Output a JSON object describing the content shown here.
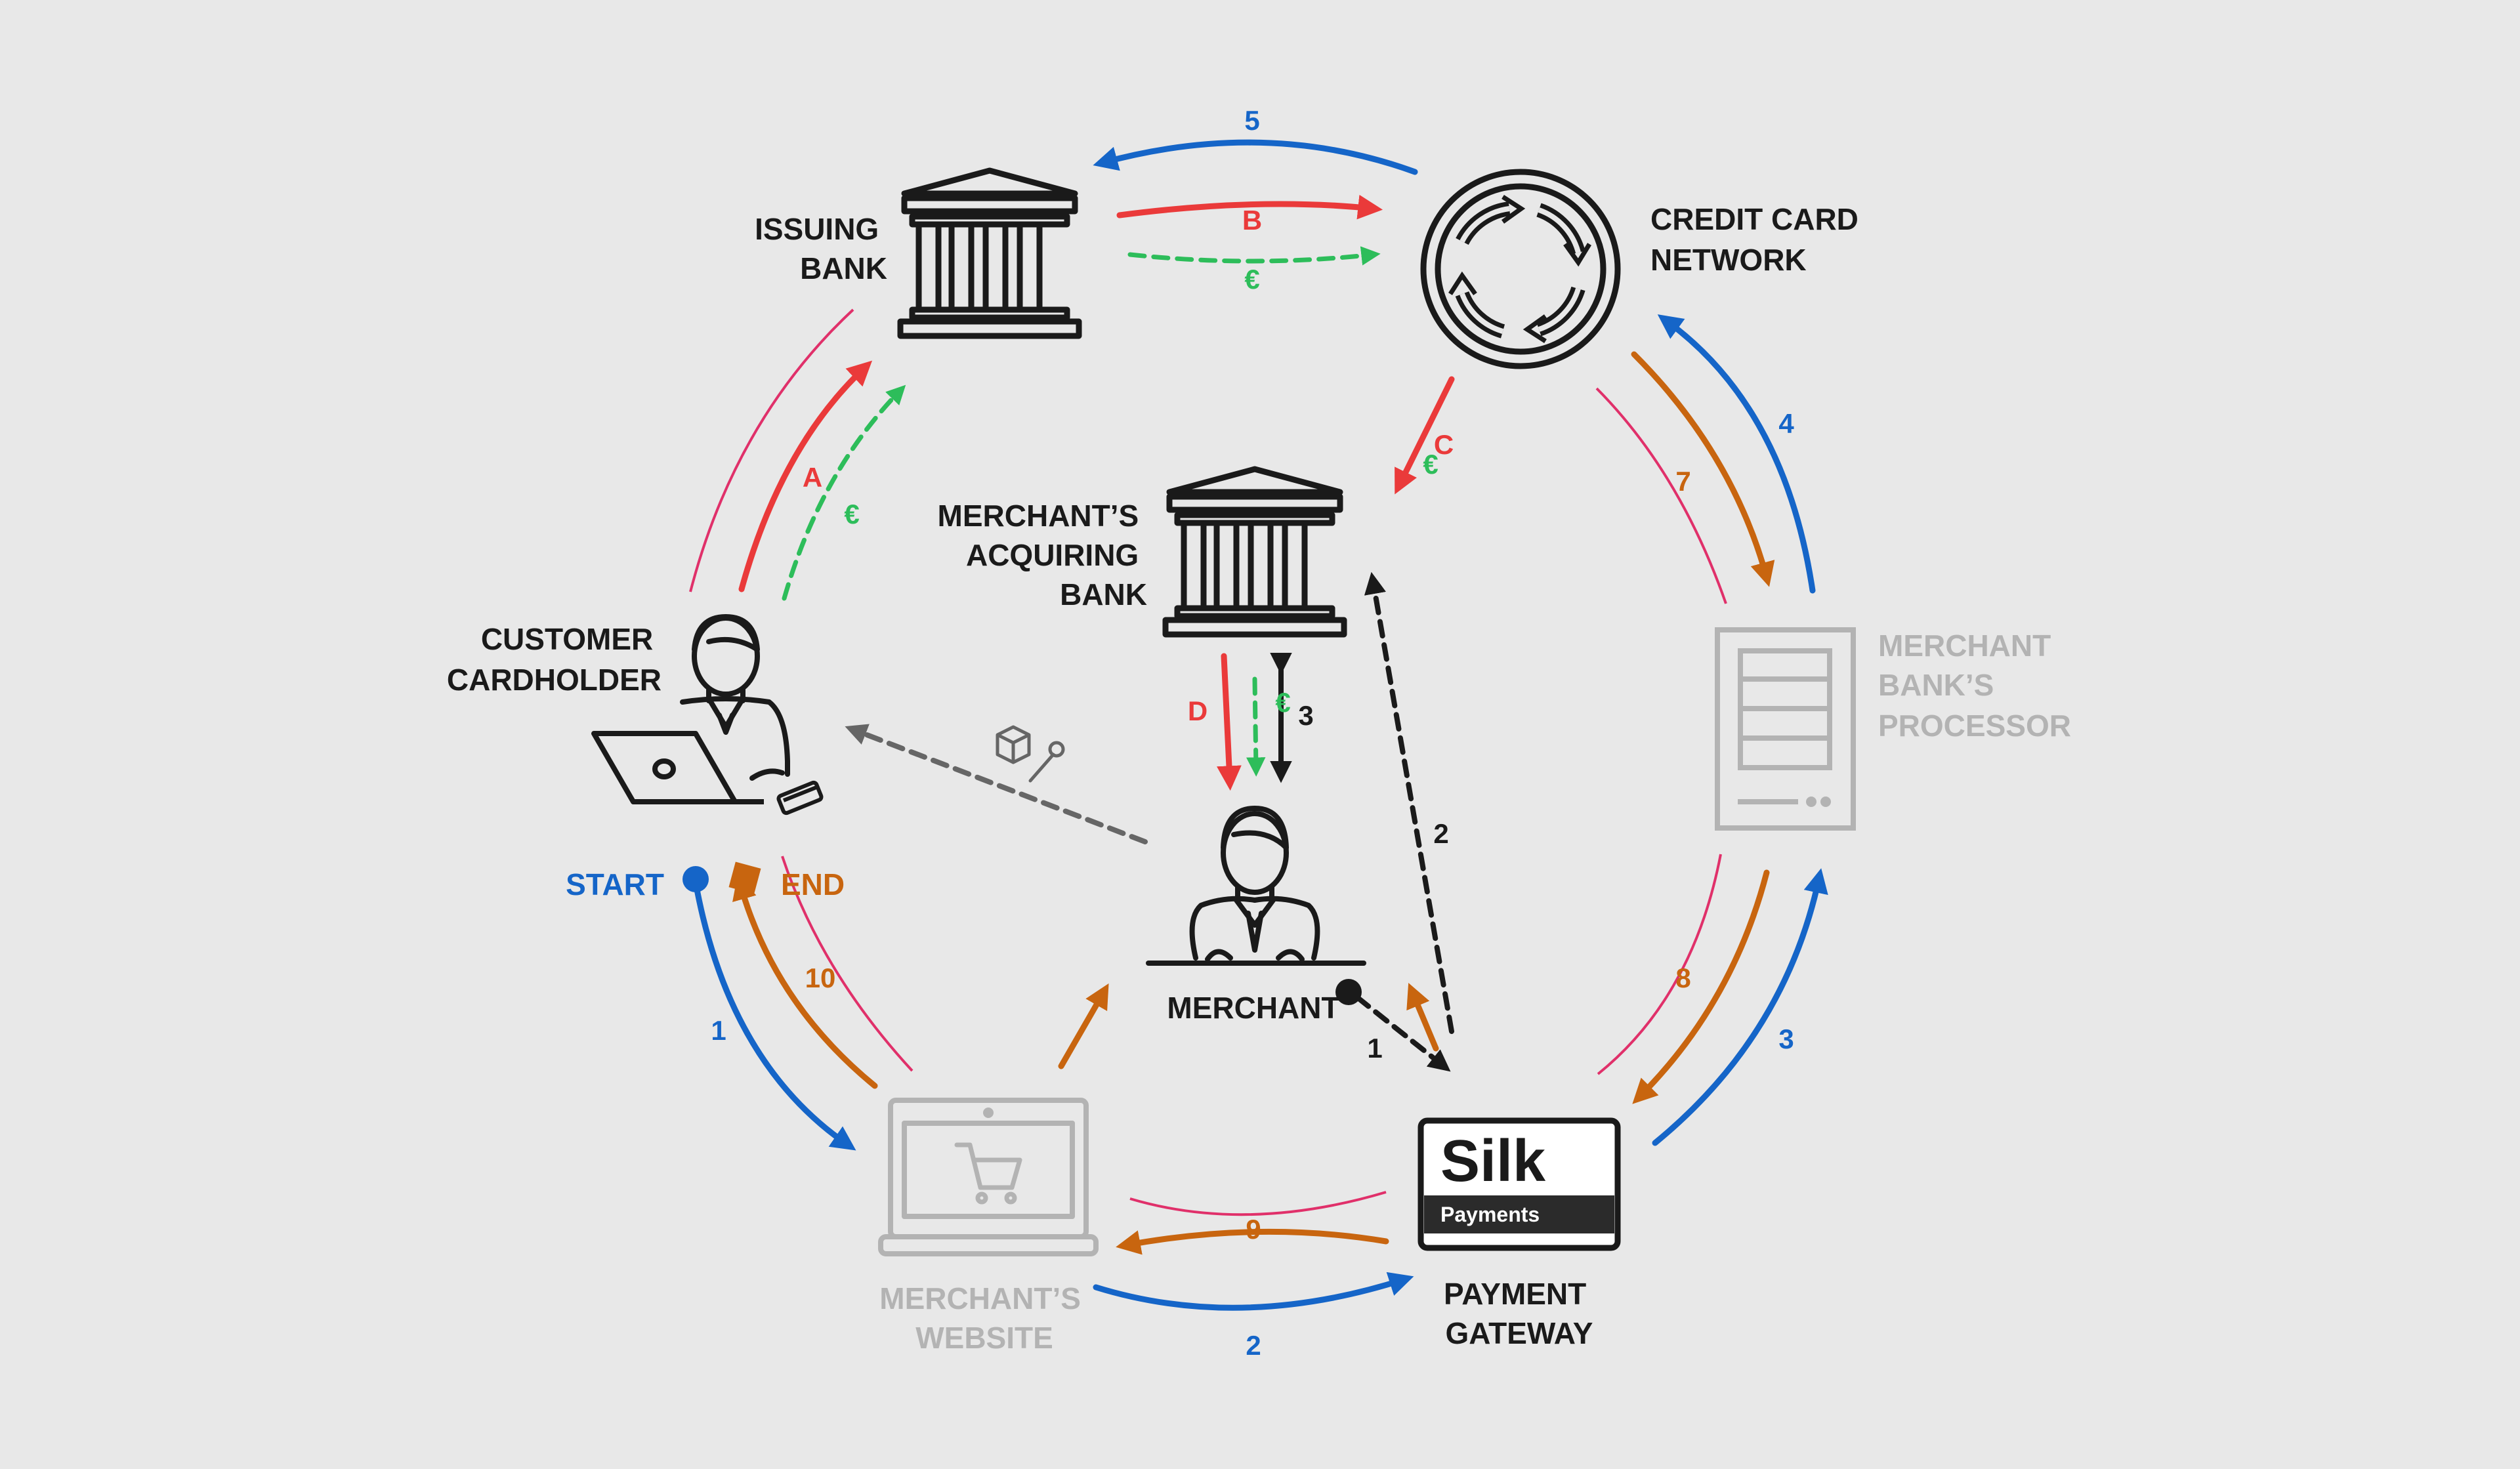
{
  "nodes": {
    "issuing_bank": [
      "ISSUING",
      "BANK"
    ],
    "credit_card_network": [
      "CREDIT CARD",
      "NETWORK"
    ],
    "acquiring_bank": [
      "MERCHANT’S",
      "ACQUIRING",
      "BANK"
    ],
    "customer": [
      "CUSTOMER",
      "CARDHOLDER"
    ],
    "processor": [
      "MERCHANT",
      "BANK’S",
      "PROCESSOR"
    ],
    "merchant": "MERCHANT",
    "website": [
      "MERCHANT’S",
      "WEBSITE"
    ],
    "gateway": [
      "PAYMENT",
      "GATEWAY"
    ],
    "start": "START",
    "end": "END"
  },
  "logo": {
    "word": "Silk",
    "sub": "Payments"
  },
  "step_labels": {
    "s1": "1",
    "s2": "2",
    "s3": "3",
    "s4": "4",
    "s5": "5",
    "s7": "7",
    "s8": "8",
    "s9": "9",
    "s10": "10",
    "merchant_1": "1",
    "acq_2": "2",
    "acq_3": "3",
    "A": "A",
    "B": "B",
    "C": "C",
    "D": "D",
    "euro": "€"
  },
  "colors": {
    "blue": "#1565c8",
    "orange": "#c8650f",
    "red": "#ea3a3a",
    "pink": "#e0306a",
    "green": "#2dbd5a",
    "dark": "#1a1a1a",
    "grey": "#b3b3b3",
    "dashgrey": "#666666",
    "background": "#e8e8e8"
  }
}
